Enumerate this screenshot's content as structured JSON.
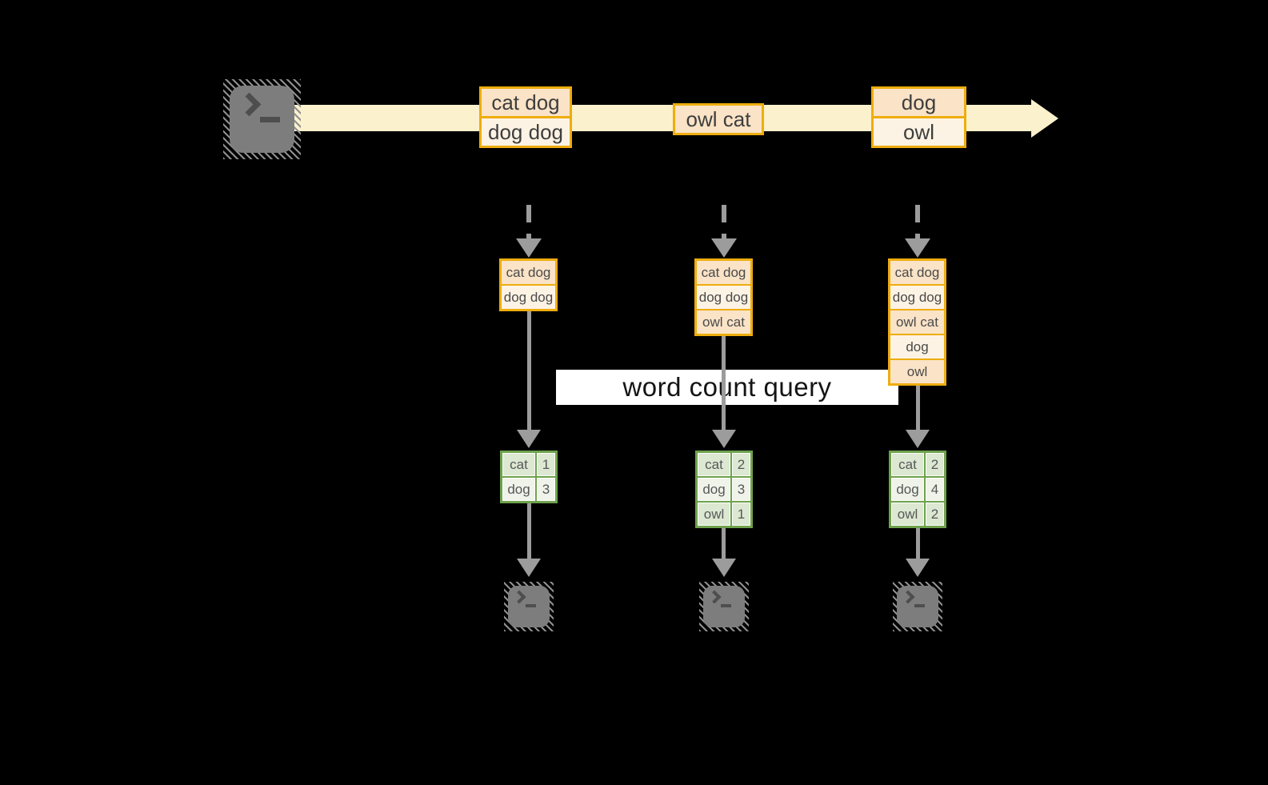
{
  "query": {
    "label": "word count query"
  },
  "stream": {
    "groups": [
      {
        "messages": [
          "cat dog",
          "dog dog"
        ]
      },
      {
        "messages": [
          "owl cat"
        ]
      },
      {
        "messages": [
          "dog",
          "owl"
        ]
      }
    ]
  },
  "pipelines": [
    {
      "received": [
        "cat dog",
        "dog dog"
      ],
      "counts": [
        {
          "word": "cat",
          "count": "1"
        },
        {
          "word": "dog",
          "count": "3"
        }
      ]
    },
    {
      "received": [
        "cat dog",
        "dog dog",
        "owl cat"
      ],
      "counts": [
        {
          "word": "cat",
          "count": "2"
        },
        {
          "word": "dog",
          "count": "3"
        },
        {
          "word": "owl",
          "count": "1"
        }
      ]
    },
    {
      "received": [
        "cat dog",
        "dog dog",
        "owl cat",
        "dog",
        "owl"
      ],
      "counts": [
        {
          "word": "cat",
          "count": "2"
        },
        {
          "word": "dog",
          "count": "4"
        },
        {
          "word": "owl",
          "count": "2"
        }
      ]
    }
  ],
  "icons": {
    "source": "terminal-prompt-icon",
    "outputs": [
      "terminal-prompt-icon",
      "terminal-prompt-icon",
      "terminal-prompt-icon"
    ]
  },
  "colors": {
    "background": "#000000",
    "stream": "#fbf1cd",
    "message_border": "#eead0e",
    "message_fill_dark": "#fae3c6",
    "message_fill_light": "#fdf3e4",
    "table_border": "#6fa24c",
    "table_fill_dark": "#dce8d2",
    "table_fill_light": "#eff3ea",
    "arrow_gray": "#9c9c9c",
    "terminal_gray": "#7d7d7d",
    "query_band": "#ffffff"
  }
}
